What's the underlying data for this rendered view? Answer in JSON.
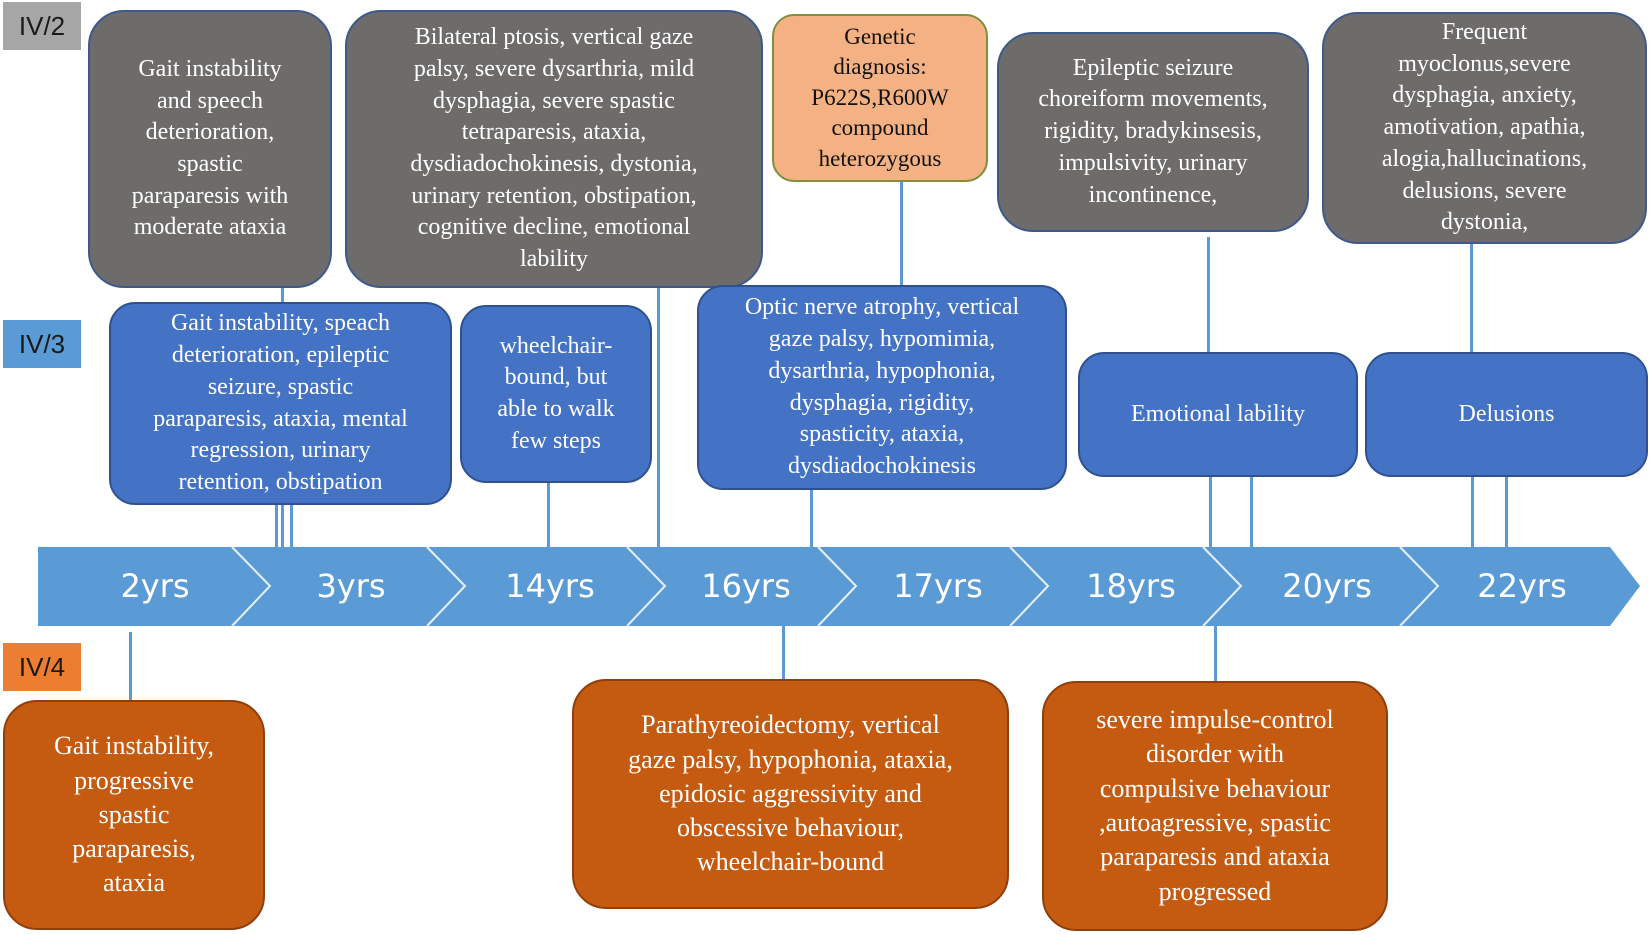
{
  "colors": {
    "gray_box": "#6e6c6b",
    "blue_box": "#4472c4",
    "orange_box": "#c55a11",
    "genetic_box": "#f4b183",
    "timeline_arrow": "#5b9bd5",
    "connector": "#5b9bd5"
  },
  "patients": {
    "iv2": "IV/2",
    "iv3": "IV/3",
    "iv4": "IV/4"
  },
  "timeline": {
    "ages": [
      "2yrs",
      "3yrs",
      "14yrs",
      "16yrs",
      "17yrs",
      "18yrs",
      "20yrs",
      "22yrs"
    ]
  },
  "iv2_events": [
    "Gait instability\nand speech\ndeterioration,\nspastic\nparaparesis  with\nmoderate ataxia",
    "Bilateral ptosis, vertical gaze\npalsy, severe dysarthria, mild\ndysphagia, severe spastic\ntetraparesis, ataxia,\ndysdiadochokinesis, dystonia,\nurinary retention, obstipation,\ncognitive decline, emotional\nlability",
    "Epileptic seizure\nchoreiform movements,\nrigidity, bradykinsesis,\nimpulsivity, urinary\nincontinence,",
    "Frequent\nmyoclonus,severe\ndysphagia, anxiety,\namotivation, apathia,\nalogia,hallucinations,\ndelusions, severe\ndystonia,"
  ],
  "genetic": "Genetic\ndiagnosis:\nP622S,R600W\ncompound\nheterozygous",
  "iv3_events": [
    "Gait instability, speach\ndeterioration, epileptic\nseizure, spastic\nparaparesis, ataxia, mental\nregression, urinary\nretention, obstipation",
    "wheelchair-\nbound, but\nable to walk\nfew steps",
    "Optic nerve atrophy, vertical\ngaze palsy, hypomimia,\ndysarthria, hypophonia,\ndysphagia, rigidity,\nspasticity, ataxia,\ndysdiadochokinesis",
    "Emotional lability",
    "Delusions"
  ],
  "iv4_events": [
    "Gait instability,\nprogressive\nspastic\nparaparesis,\nataxia",
    "Parathyreoidectomy, vertical\ngaze palsy, hypophonia,  ataxia,\nepidosic aggressivity and\nobscessive behaviour,\nwheelchair-bound",
    "severe impulse-control\ndisorder with\ncompulsive behaviour\n,autoagressive, spastic\nparaparesis and ataxia\nprogressed"
  ]
}
